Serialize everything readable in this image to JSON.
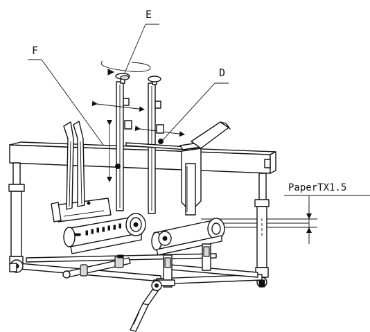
{
  "labels": {
    "e": "E",
    "f": "F",
    "d": "D",
    "paper": "PaperTX1.5"
  }
}
